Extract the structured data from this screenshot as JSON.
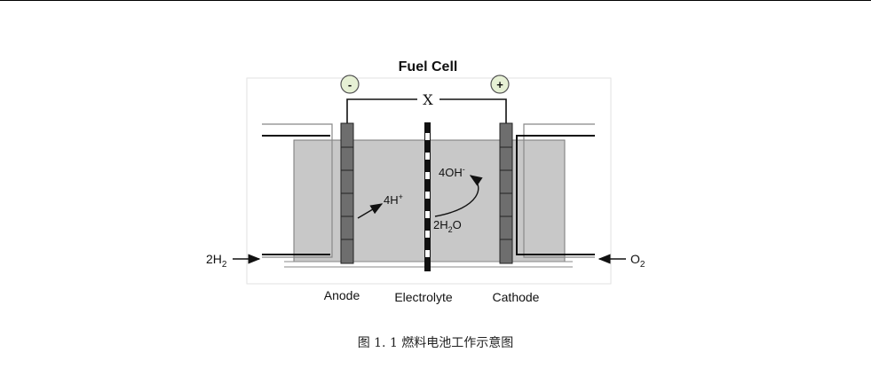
{
  "diagram": {
    "title": "Fuel  Cell",
    "terminal_negative": "-",
    "terminal_positive": "+",
    "load_label": "X",
    "input_left": "2H",
    "input_left_sub": "2",
    "input_right": "O",
    "input_right_sub": "2",
    "ion_left": "4H",
    "ion_left_sup": "+",
    "ion_right": "4OH",
    "ion_right_sup": "-",
    "water": "2H",
    "water_sub": "2",
    "water_tail": "O",
    "label_anode": "Anode",
    "label_electrolyte": "Electrolyte",
    "label_cathode": "Cathode"
  },
  "caption": "图 1. 1 燃料电池工作示意图",
  "colors": {
    "electrolyte_fill": "#c8c8c8",
    "electrode_fill": "#6e6e6e",
    "terminal_fill": "#e6f0d4",
    "line": "#111111"
  }
}
